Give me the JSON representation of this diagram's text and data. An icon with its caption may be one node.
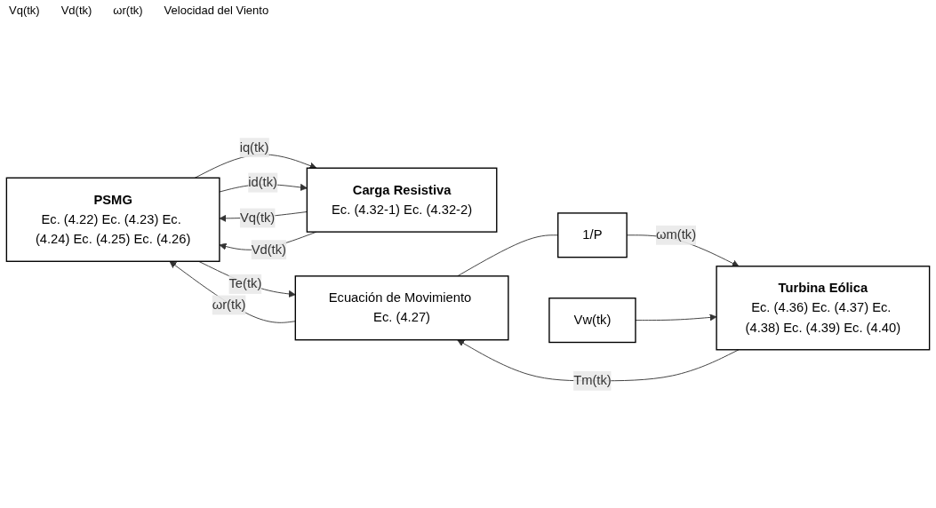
{
  "diagram": {
    "nodes": [
      {
        "text": [
          "PSMG",
          "Ec. (4.22) Ec. (4.23) Ec. (4.24) Ec. (4.25) Ec. (4.26)"
        ]
      },
      {
        "text": [
          "Carga Resistiva",
          "Ec. (4.32-1) Ec. (4.32-2)"
        ]
      },
      {
        "text": [
          "Turbina Eólica",
          "Ec. (4.36) Ec. (4.37) Ec. (4.38) Ec. (4.39) Ec. (4.40)"
        ]
      },
      {
        "text": [
          "Ecuación de Movimiento Ec. (4.27)"
        ]
      },
      {
        "text": [
          "1/P"
        ]
      },
      {
        "text": [
          "Vw(tk)"
        ]
      }
    ],
    "edges": [
      {
        "from": 1,
        "to": 0,
        "arrow": "to",
        "label": "Vq(tk)"
      },
      {
        "from": 1,
        "to": 0,
        "arrow": "to",
        "label": "Vd(tk)"
      },
      {
        "from": 0,
        "to": 1,
        "arrow": "to",
        "label": "iq(tk)"
      },
      {
        "from": 0,
        "to": 1,
        "arrow": "to",
        "label": "id(tk)"
      },
      {
        "from": 3,
        "to": 0,
        "arrow": "to",
        "label": "ωr(tk)"
      },
      {
        "from": 0,
        "to": 3,
        "arrow": "to",
        "label": "Te(tk)"
      },
      {
        "from": 3,
        "to": 4,
        "arrow": "none"
      },
      {
        "from": 4,
        "to": 2,
        "arrow": "to",
        "label": "ωm(tk)"
      },
      {
        "from": 5,
        "to": 2,
        "arrow": "to"
      },
      {
        "from": 2,
        "to": 3,
        "arrow": "to",
        "label": "Tm(tk)"
      }
    ],
    "labels": [
      "Vq(tk)",
      "Vd(tk)",
      "ωr(tk)",
      "Velocidad del Viento"
    ]
  }
}
